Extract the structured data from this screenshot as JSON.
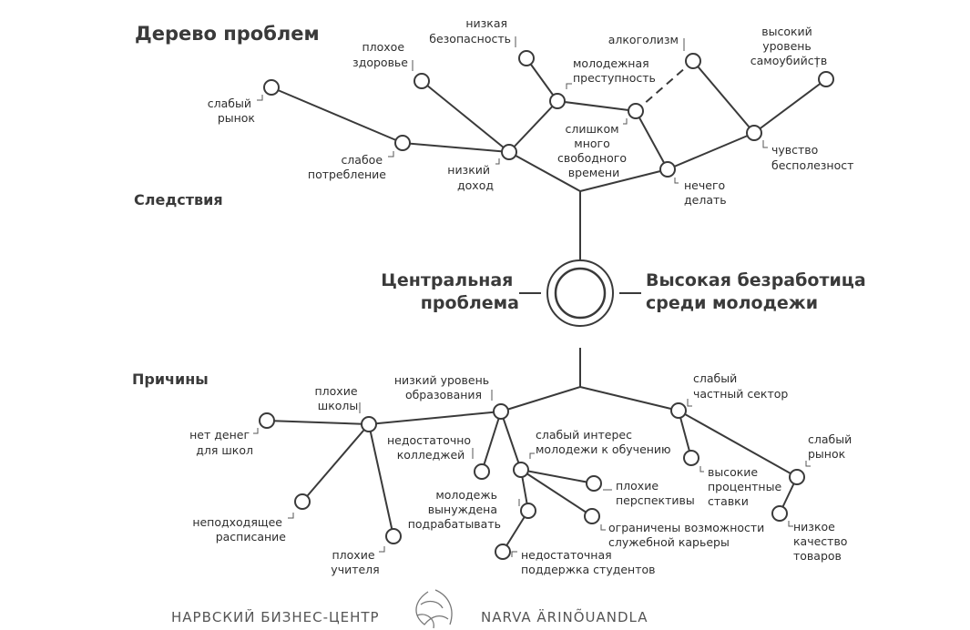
{
  "title": "Дерево проблем",
  "section_consequences": "Следствия",
  "section_causes": "Причины",
  "center": {
    "left_label": [
      "Центральная",
      "проблема"
    ],
    "right_label": [
      "Высокая безработица",
      "среди молодежи"
    ]
  },
  "consequences": [
    {
      "id": "n1",
      "label": [
        "слабый",
        "рынок"
      ]
    },
    {
      "id": "n2",
      "label": [
        "слабое",
        "потребление"
      ]
    },
    {
      "id": "n3",
      "label": [
        "низкий",
        "доход"
      ]
    },
    {
      "id": "n4",
      "label": [
        "плохое",
        "здоровье"
      ]
    },
    {
      "id": "n5",
      "label": [
        "низкая",
        "безопасность"
      ]
    },
    {
      "id": "n6",
      "label": [
        "молодежная",
        "преступность"
      ]
    },
    {
      "id": "n7",
      "label": [
        "слишком",
        "много",
        "свободного",
        "времени"
      ]
    },
    {
      "id": "n8",
      "label": [
        "алкоголизм"
      ]
    },
    {
      "id": "n9",
      "label": [
        "нечего",
        "делать"
      ]
    },
    {
      "id": "n10",
      "label": [
        "высокий",
        "уровень",
        "самоубийств"
      ]
    },
    {
      "id": "n11",
      "label": [
        "чувство",
        "бесполезност"
      ]
    }
  ],
  "causes": [
    {
      "id": "c1",
      "label": [
        "низкий уровень",
        "образования"
      ]
    },
    {
      "id": "c2",
      "label": [
        "плохие",
        "школы"
      ]
    },
    {
      "id": "c3",
      "label": [
        "нет денег",
        "для школ"
      ]
    },
    {
      "id": "c4",
      "label": [
        "неподходящее",
        "расписание"
      ]
    },
    {
      "id": "c5",
      "label": [
        "плохие",
        "учителя"
      ]
    },
    {
      "id": "c6",
      "label": [
        "недостаточно",
        "колледжей"
      ]
    },
    {
      "id": "c7",
      "label": [
        "слабый интерес",
        "молодежи к обучению"
      ]
    },
    {
      "id": "c8",
      "label": [
        "плохие",
        "перспективы"
      ]
    },
    {
      "id": "c9",
      "label": [
        "молодежь",
        "вынуждена",
        "подрабатывать"
      ]
    },
    {
      "id": "c10",
      "label": [
        "ограничены возможности",
        "служебной карьеры"
      ]
    },
    {
      "id": "c11",
      "label": [
        "недостаточная",
        "поддержка студентов"
      ]
    },
    {
      "id": "c12",
      "label": [
        "слабый",
        "частный сектор"
      ]
    },
    {
      "id": "c13",
      "label": [
        "высокие",
        "процентные",
        "ставки"
      ]
    },
    {
      "id": "c14",
      "label": [
        "слабый",
        "рынок"
      ]
    },
    {
      "id": "c15",
      "label": [
        "низкое",
        "качество",
        "товаров"
      ]
    }
  ],
  "footer": {
    "left": "НАРВСКИЙ БИЗНЕС-ЦЕНТР",
    "right": "NARVA ÄRINÕUANDLA"
  }
}
